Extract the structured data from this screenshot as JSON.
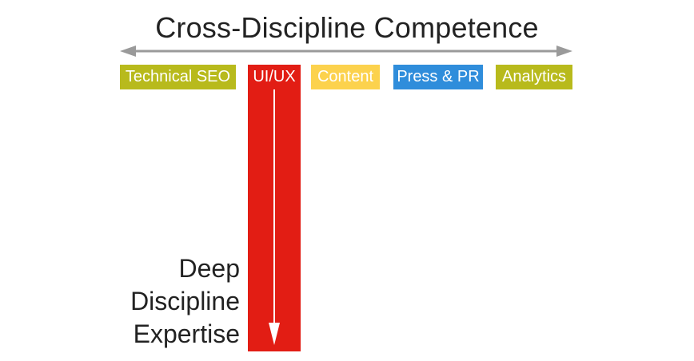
{
  "title": "Cross-Discipline Competence",
  "disciplines": [
    {
      "label": "Technical SEO",
      "color": "#b8ba1c"
    },
    {
      "label": "UI/UX",
      "color": "#e21d14"
    },
    {
      "label": "Content",
      "color": "#fcd24d"
    },
    {
      "label": "Press & PR",
      "color": "#2f8ddb"
    },
    {
      "label": "Analytics",
      "color": "#b8ba1c"
    }
  ],
  "deep_expertise": {
    "lines": [
      "Deep",
      "Discipline",
      "Expertise"
    ]
  },
  "colors": {
    "arrow": "#9a9a9a",
    "text": "#222222",
    "bar": "#e21d14"
  }
}
